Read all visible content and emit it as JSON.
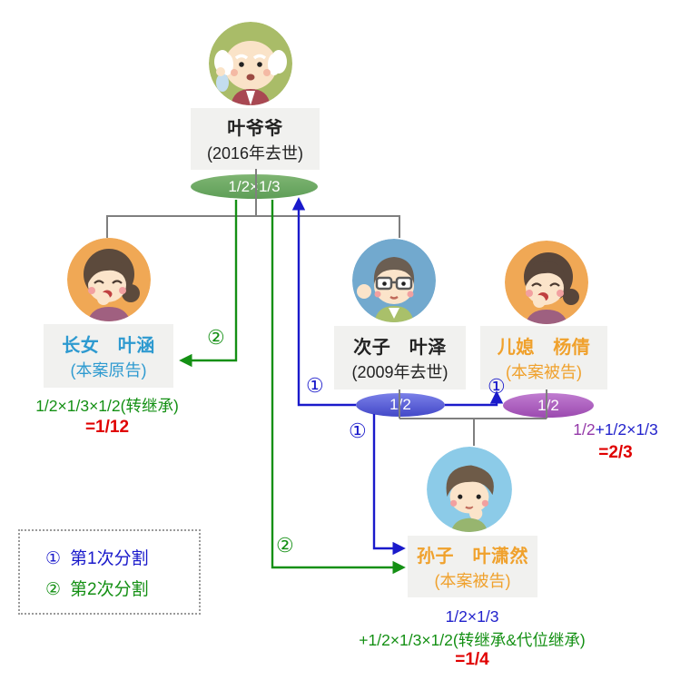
{
  "people": {
    "grandfather": {
      "name": "叶爷爷",
      "note": "(2016年去世)",
      "share": "1/2×1/3"
    },
    "eldest_daughter": {
      "name": "长女　叶涵",
      "note": "(本案原告)",
      "formula": "1/2×1/3×1/2(转继承)",
      "result": "=1/12"
    },
    "second_son": {
      "name": "次子　叶泽",
      "note": "(2009年去世)",
      "share": "1/2"
    },
    "daughter_in_law": {
      "name": "儿媳　杨倩",
      "note": "(本案被告)",
      "share": "1/2",
      "formula_spouse_part": "1/2",
      "formula_inherit_part": "+1/2×1/3",
      "result": "=2/3"
    },
    "grandson": {
      "name": "孙子　叶潇然",
      "note": "(本案被告)",
      "formula_line1": "1/2×1/3",
      "formula_line2": "+1/2×1/3×1/2(转继承&代位继承)",
      "result": "=1/4"
    }
  },
  "markers": {
    "first": "①",
    "second": "②"
  },
  "legend": {
    "items": [
      {
        "num": "①",
        "label": "第1次分割"
      },
      {
        "num": "②",
        "label": "第2次分割"
      }
    ]
  },
  "colors": {
    "first_division_blue": "#1A1ACB",
    "second_division_green": "#149014",
    "result_red": "#E00000",
    "plaintiff_blue_text": "#2E9AD0",
    "defendant_orange_text": "#F0A12C",
    "estate_ellipse_green": "#6CA565",
    "son_share_ellipse_blue": "#575CD8",
    "spouse_share_ellipse_purple": "#AE62C0",
    "connector_gray": "#7F7F7F"
  }
}
